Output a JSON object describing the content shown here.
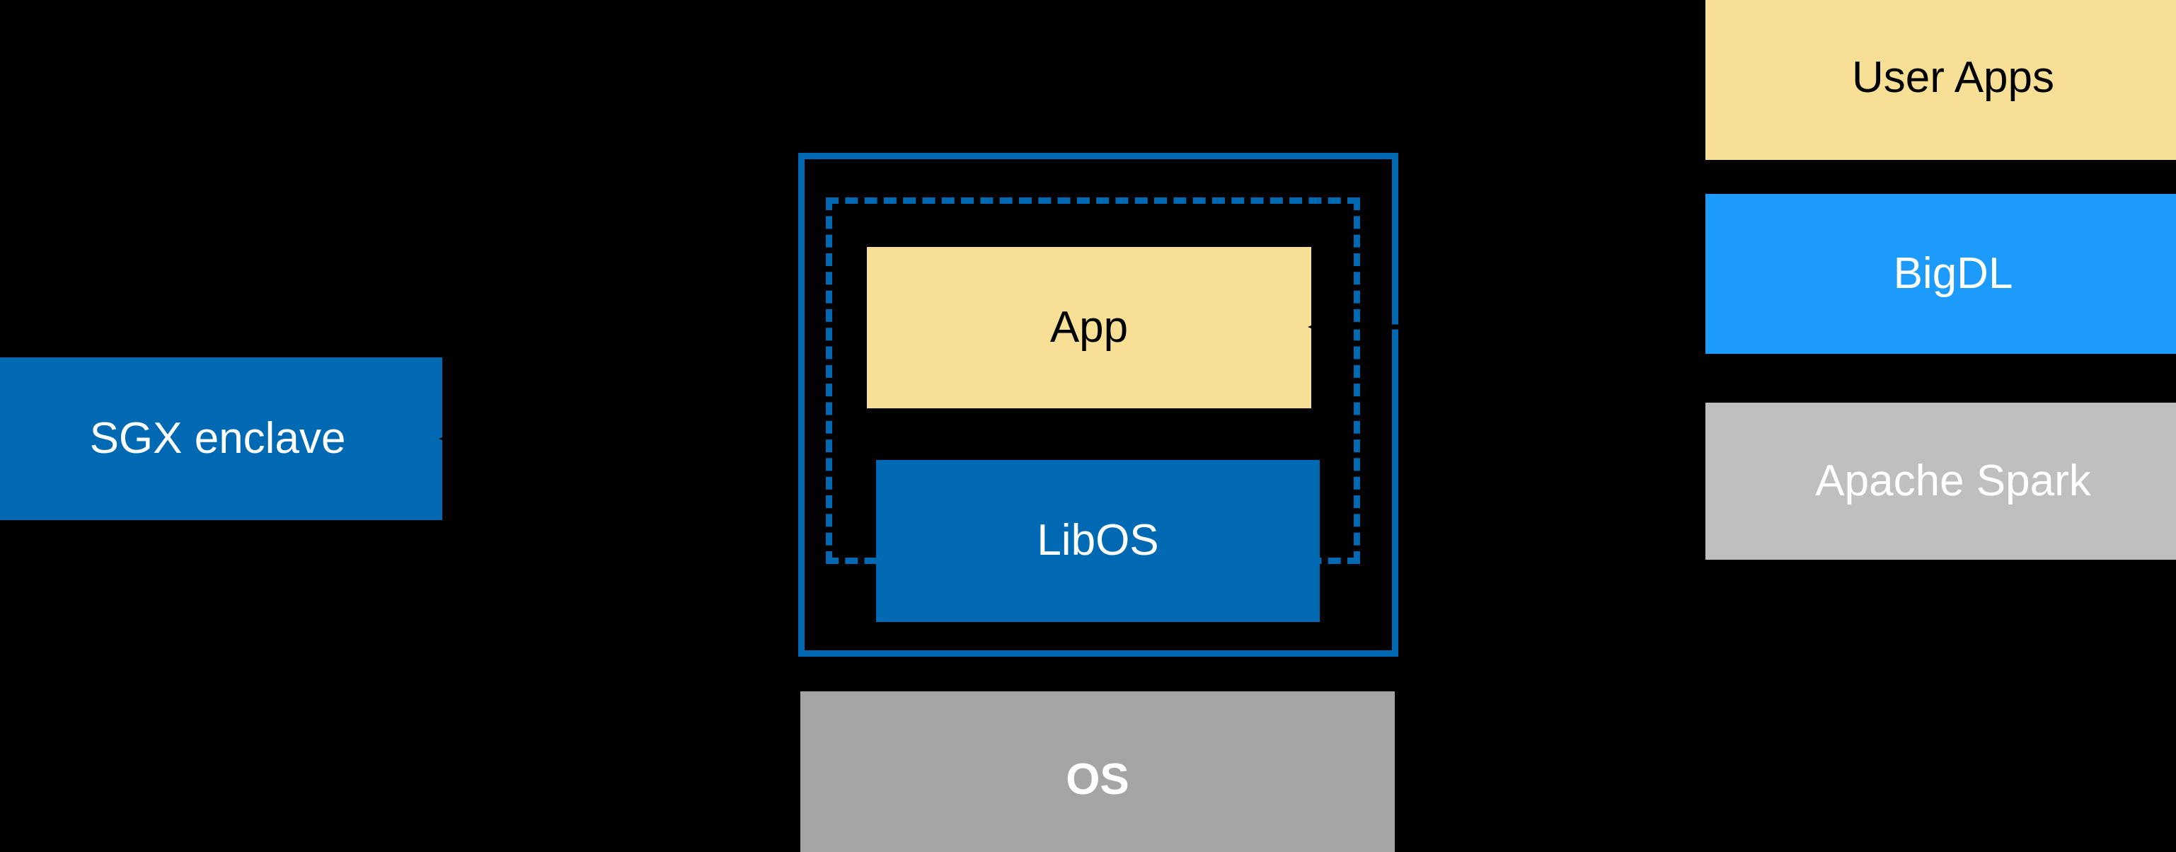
{
  "diagram": {
    "title": "SGX enclave LibOS architecture",
    "background_color": "#000000",
    "palette": {
      "enclave_blue": "#0069B4",
      "bright_blue": "#1D9BFC",
      "app_yellow": "#F8DF96",
      "grey": "#A5A5A5",
      "light_grey": "#BFBFBF",
      "white": "#FFFFFF",
      "black": "#000000"
    }
  },
  "left_column": {
    "sgx_enclave": {
      "label": "SGX enclave",
      "fill": "#0069B4",
      "text_color": "#FFFFFF"
    }
  },
  "center_stack": {
    "solid_frame": {
      "name": "enclave boundary",
      "stroke": "#0069B4",
      "stroke_style": "solid"
    },
    "dashed_frame": {
      "name": "trusted region",
      "stroke": "#0069B4",
      "stroke_style": "dashed"
    },
    "app": {
      "label": "App",
      "fill": "#F8DF96",
      "text_color": "#000000"
    },
    "libos": {
      "label": "LibOS",
      "fill": "#0069B4",
      "text_color": "#FFFFFF"
    },
    "os": {
      "label": "OS",
      "fill": "#A5A5A5",
      "text_color": "#FFFFFF",
      "bold": true
    }
  },
  "right_column": {
    "items": [
      {
        "label": "User Apps",
        "fill": "#F8DF96",
        "text_color": "#000000"
      },
      {
        "label": "BigDL",
        "fill": "#1D9BFC",
        "text_color": "#FFFFFF"
      },
      {
        "label": "Apache Spark",
        "fill": "#BFBFBF",
        "text_color": "#FFFFFF"
      }
    ]
  },
  "connectors": [
    {
      "name": "sgx-enclave-to-frame",
      "color": "#000000"
    },
    {
      "name": "app-to-right-stack",
      "color": "#000000"
    }
  ]
}
